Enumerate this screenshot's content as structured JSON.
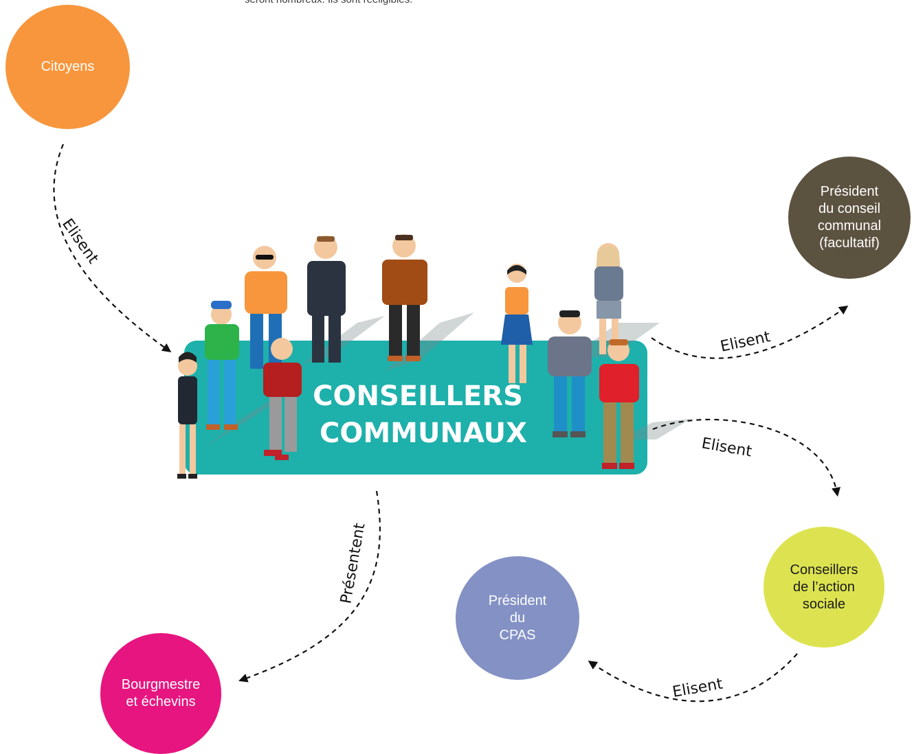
{
  "top_text": "seront nombreux. Ils sont rééligibles.",
  "central": {
    "line1": "CONSEILLERS",
    "line2": "COMMUNAUX",
    "color": "#1eb0ab"
  },
  "nodes": {
    "citoyens": {
      "label": "Citoyens",
      "color": "#f7963c"
    },
    "president_conseil": {
      "label": "Président\ndu conseil\ncommunal\n(facultatif)",
      "color": "#5c5240"
    },
    "conseillers_action": {
      "label": "Conseillers\nde l’action\nsociale",
      "color": "#dde350"
    },
    "president_cpas": {
      "label": "Président\ndu\nCPAS",
      "color": "#8391c5"
    },
    "bourgmestre": {
      "label": "Bourgmestre\net échevins",
      "color": "#e6157f"
    }
  },
  "arrows": {
    "citoyens_elisent": "Elisent",
    "president_elisent": "Elisent",
    "action_elisent": "Elisent",
    "cpas_elisent": "Elisent",
    "presentent": "Présentent"
  }
}
